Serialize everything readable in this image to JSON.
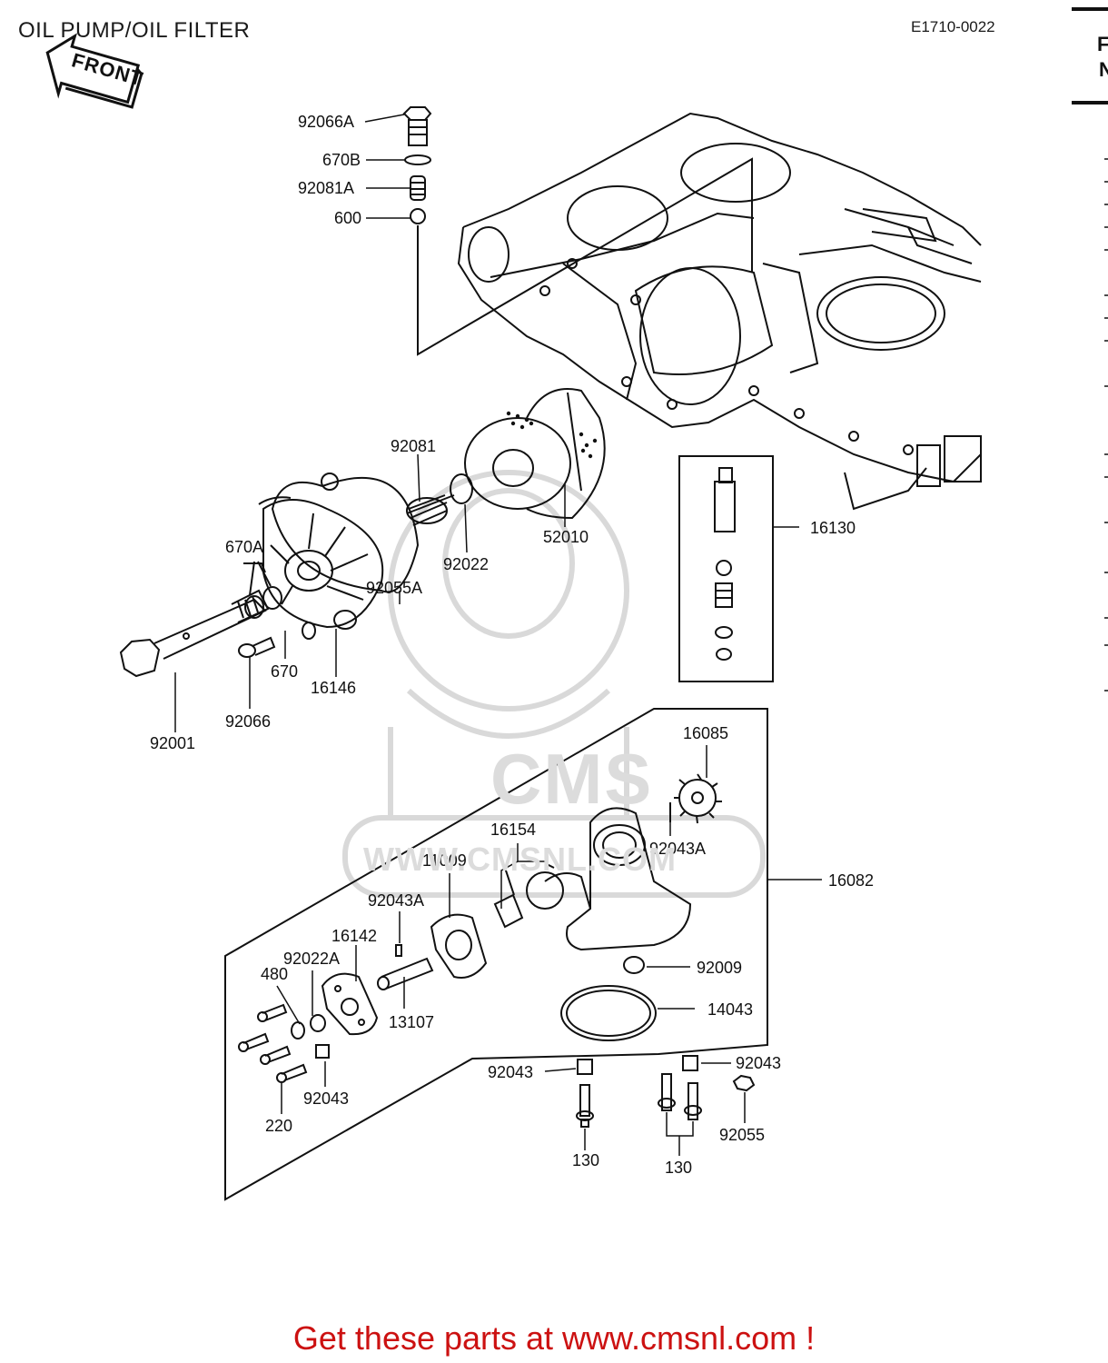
{
  "title": "OIL PUMP/OIL FILTER",
  "diagram_code": "E1710-0022",
  "front_label": "FRONT",
  "watermark": {
    "brand": "CMS",
    "site": "WWW.CMSNL.COM"
  },
  "footer_text": "Get these parts at www.cmsnl.com !",
  "edge_text": [
    "F",
    "N"
  ],
  "part_labels": [
    "92066A",
    "670B",
    "92081A",
    "600",
    "92081",
    "52010",
    "92022",
    "16130",
    "670A",
    "92055A",
    "670",
    "16146",
    "92066",
    "92001",
    "16085",
    "16154",
    "11009",
    "92043A",
    "92043A",
    "16082",
    "16142",
    "92022A",
    "480",
    "13107",
    "92009",
    "14043",
    "92043",
    "92043",
    "92043",
    "92055",
    "220",
    "130",
    "130"
  ]
}
